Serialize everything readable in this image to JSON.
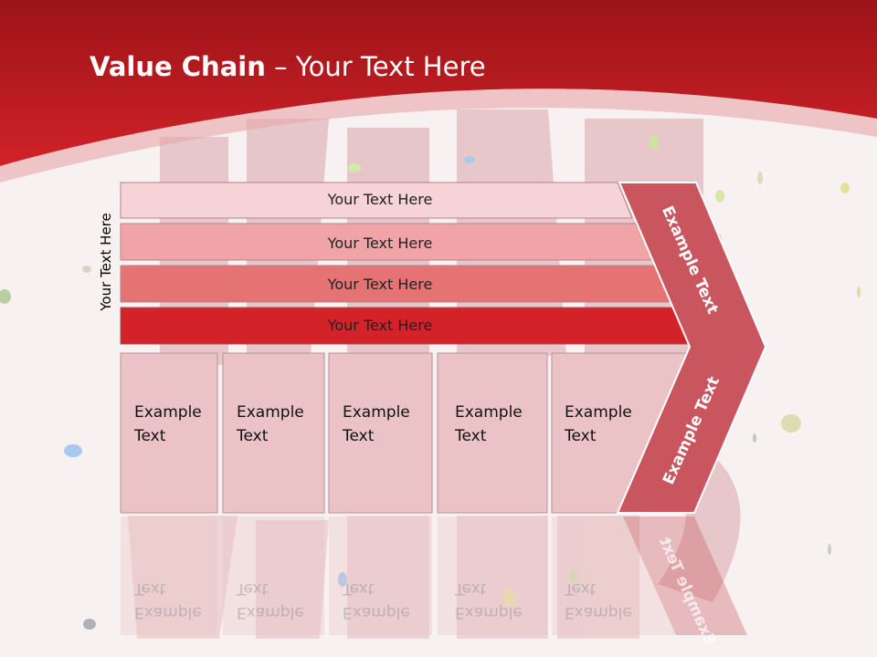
{
  "title": {
    "bold": "Value Chain",
    "rest": " – Your Text Here"
  },
  "side_label": "Your Text Here",
  "bars": [
    {
      "label": "Your Text Here",
      "color": "#f6d3d6"
    },
    {
      "label": "Your Text Here",
      "color": "#f0a4a8"
    },
    {
      "label": "Your Text Here",
      "color": "#e67374"
    },
    {
      "label": "Your Text Here",
      "color": "#d42229"
    }
  ],
  "boxes": [
    {
      "label": "Example\nText"
    },
    {
      "label": "Example\nText"
    },
    {
      "label": "Example\nText"
    },
    {
      "label": "Example\nText"
    },
    {
      "label": "Example\nText"
    }
  ],
  "chevron": {
    "top_label": "Example Text",
    "bottom_label": "Example Text",
    "color": "#c9565e"
  },
  "colors": {
    "header": "#c81e26",
    "box": "#ebc3c6"
  }
}
